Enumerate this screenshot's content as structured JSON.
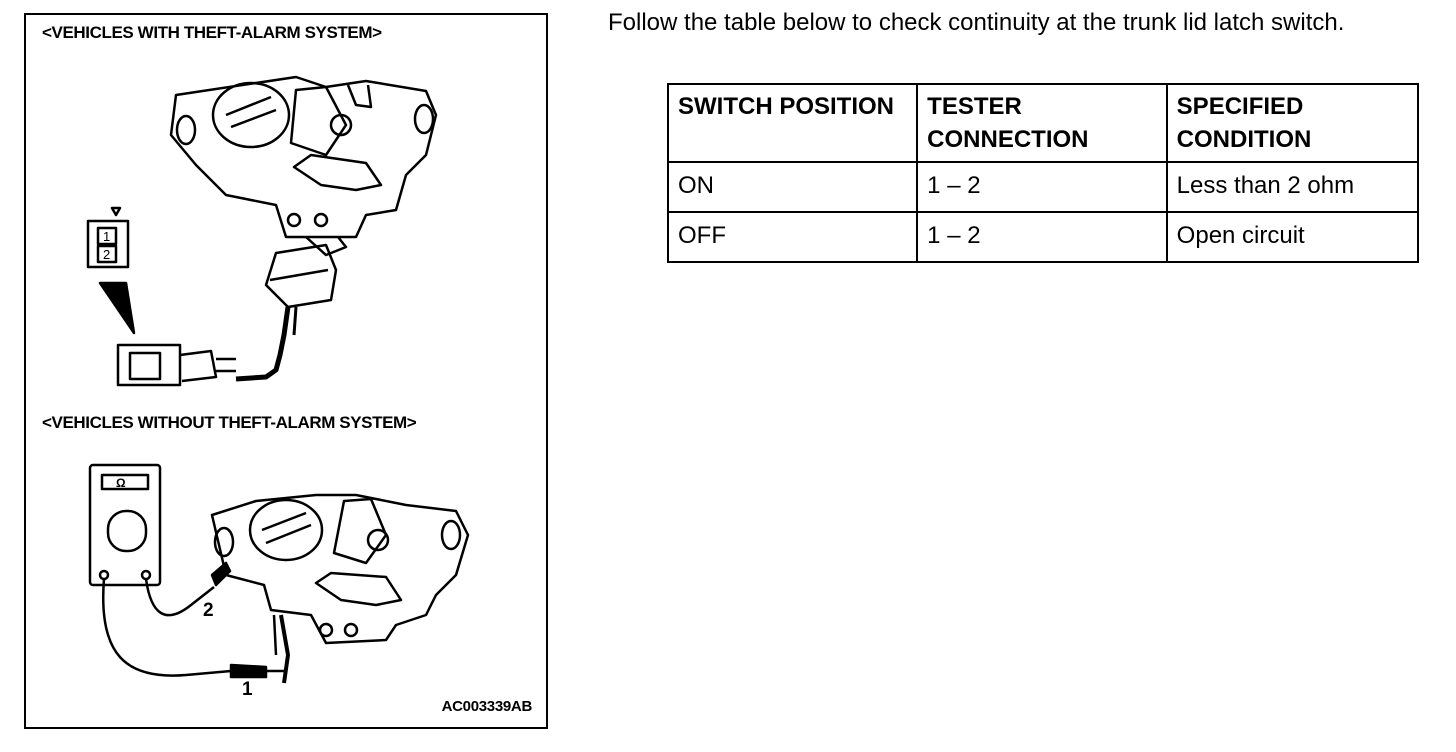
{
  "figure": {
    "caption_top": "<VEHICLES WITH THEFT-ALARM SYSTEM>",
    "caption_bottom": "<VEHICLES WITHOUT THEFT-ALARM SYSTEM>",
    "connector_pins": [
      "1",
      "2"
    ],
    "meter_symbol": "Ω",
    "callout_1": "1",
    "callout_2": "2",
    "figure_id": "AC003339AB"
  },
  "intro_text": "Follow the table below to check continuity at the trunk lid latch switch.",
  "table": {
    "headers": [
      "SWITCH POSITION",
      "TESTER CONNECTION",
      "SPECIFIED CONDITION"
    ],
    "rows": [
      [
        "ON",
        "1 – 2",
        "Less than 2 ohm"
      ],
      [
        "OFF",
        "1 – 2",
        "Open circuit"
      ]
    ]
  }
}
